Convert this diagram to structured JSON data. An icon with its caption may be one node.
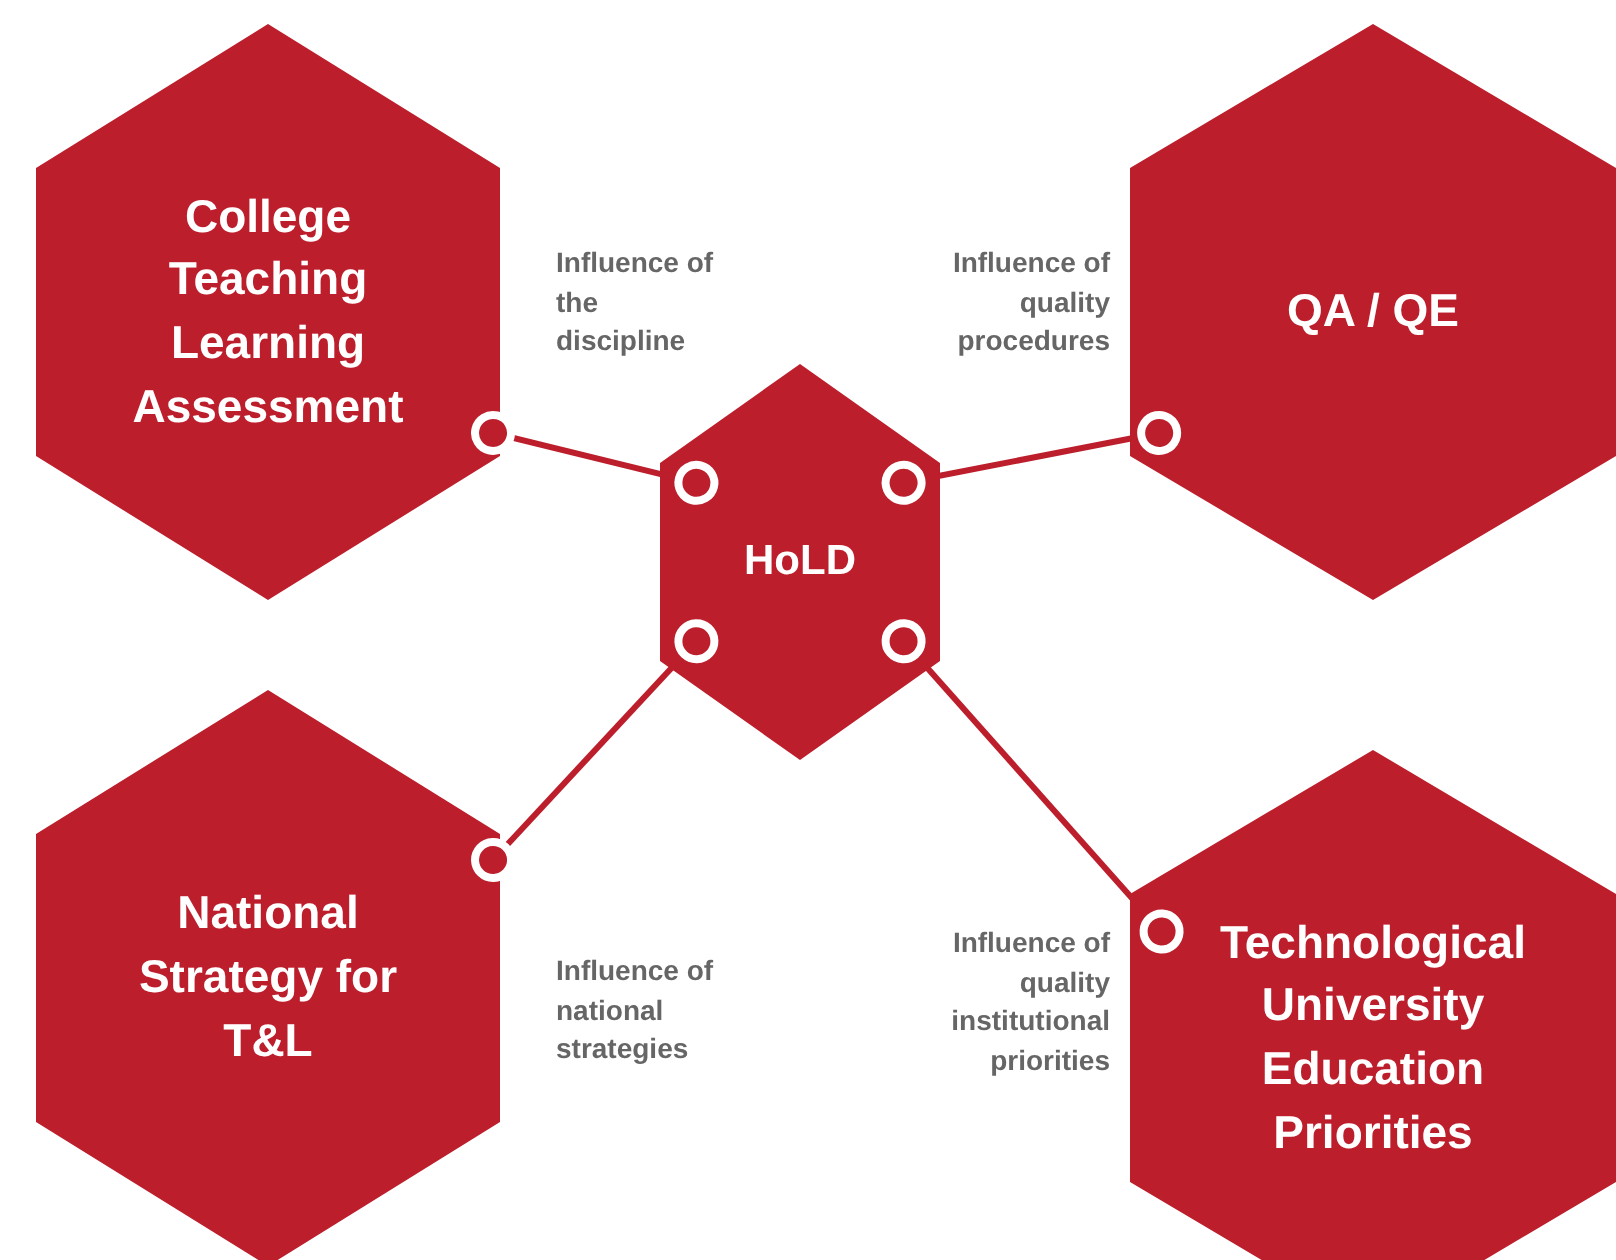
{
  "diagram": {
    "nodes": [
      {
        "text": [
          "College Teaching Learning Assessment"
        ]
      },
      {
        "text": [
          "QA / QE"
        ]
      },
      {
        "text": [
          "HoLD"
        ]
      },
      {
        "text": [
          "National Strategy for T&L"
        ]
      },
      {
        "text": [
          "Technological University Education Priorities"
        ]
      }
    ],
    "edges": [
      {
        "from": 0,
        "to": 2,
        "arrow": "other",
        "label": "Influence of the discipline"
      },
      {
        "from": 1,
        "to": 2,
        "arrow": "other",
        "label": "Influence of quality procedures"
      },
      {
        "from": 3,
        "to": 2,
        "arrow": "other",
        "label": "Influence of national strategies"
      },
      {
        "from": 4,
        "to": 2,
        "arrow": "other",
        "label": "Influence of quality institutional priorities"
      }
    ]
  }
}
